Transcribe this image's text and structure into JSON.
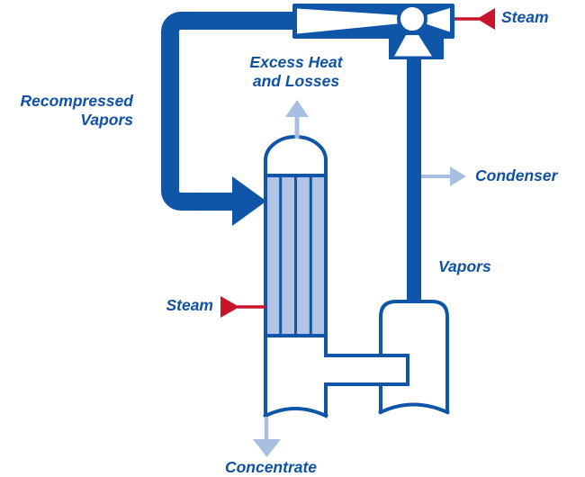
{
  "diagram": {
    "title": "Thermal vapor recompression evaporator flow diagram",
    "labels": {
      "steam_top": "Steam",
      "recompressed_line1": "Recompressed",
      "recompressed_line2": "Vapors",
      "excess_line1": "Excess Heat",
      "excess_line2": "and Losses",
      "condenser": "Condenser",
      "vapors": "Vapors",
      "steam_side": "Steam",
      "concentrate": "Concentrate"
    },
    "colors": {
      "primary_blue": "#0f56a8",
      "light_blue_fill": "#b2c3e6",
      "light_blue_arrow": "#a9bfe2",
      "steam_red": "#c9152a",
      "label_text": "#0f52a4"
    }
  }
}
